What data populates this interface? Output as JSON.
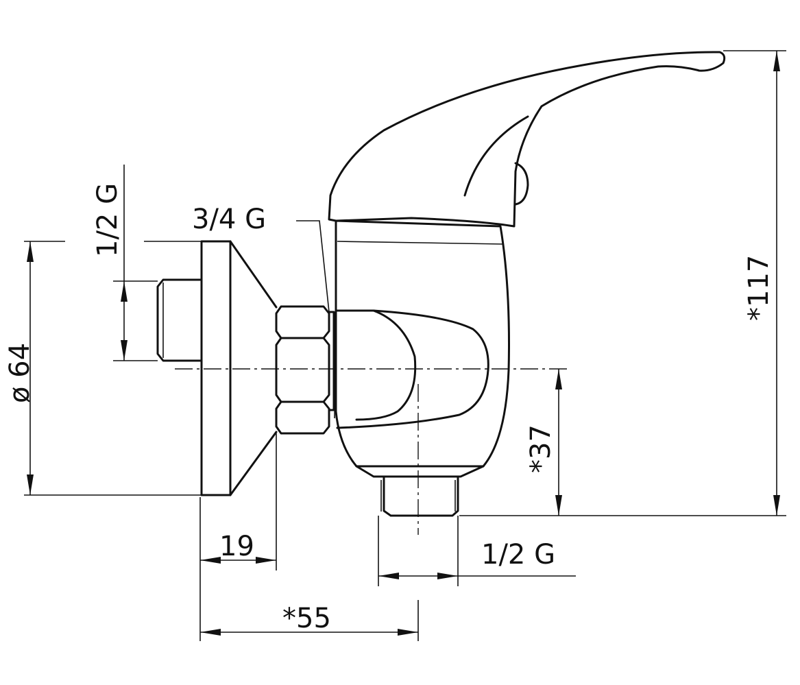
{
  "diagram": {
    "dimensions": {
      "inlet_thread": "1/2 G",
      "nut_thread": "3/4 G",
      "flange_diameter": "ø 64",
      "height_total": "*117",
      "outlet_height": "*37",
      "flange_depth": "19",
      "outlet_thread": "1/2 G",
      "projection": "*55"
    }
  }
}
